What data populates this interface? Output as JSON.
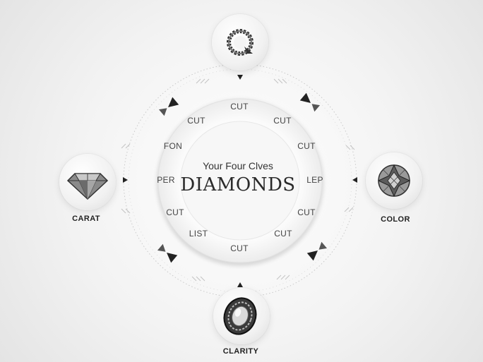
{
  "center": {
    "subtitle": "Your Four Clves",
    "title": "DIAMONDS"
  },
  "ring_labels": [
    "CUT",
    "CUT",
    "CUT",
    "LEP",
    "CUT",
    "CUT",
    "CUT",
    "LIST",
    "CUT",
    "PER",
    "FON",
    "CUT"
  ],
  "nodes": {
    "top": {
      "label": "",
      "icon": "rope-ring-icon"
    },
    "left": {
      "label": "CARAT",
      "icon": "diamond-gem-icon"
    },
    "right": {
      "label": "COLOR",
      "icon": "round-brilliant-icon"
    },
    "bottom": {
      "label": "CLARITY",
      "icon": "oval-loupe-icon"
    }
  },
  "colors": {
    "accent": "#222222",
    "ring": "#ffffff",
    "background": "#efefef"
  }
}
